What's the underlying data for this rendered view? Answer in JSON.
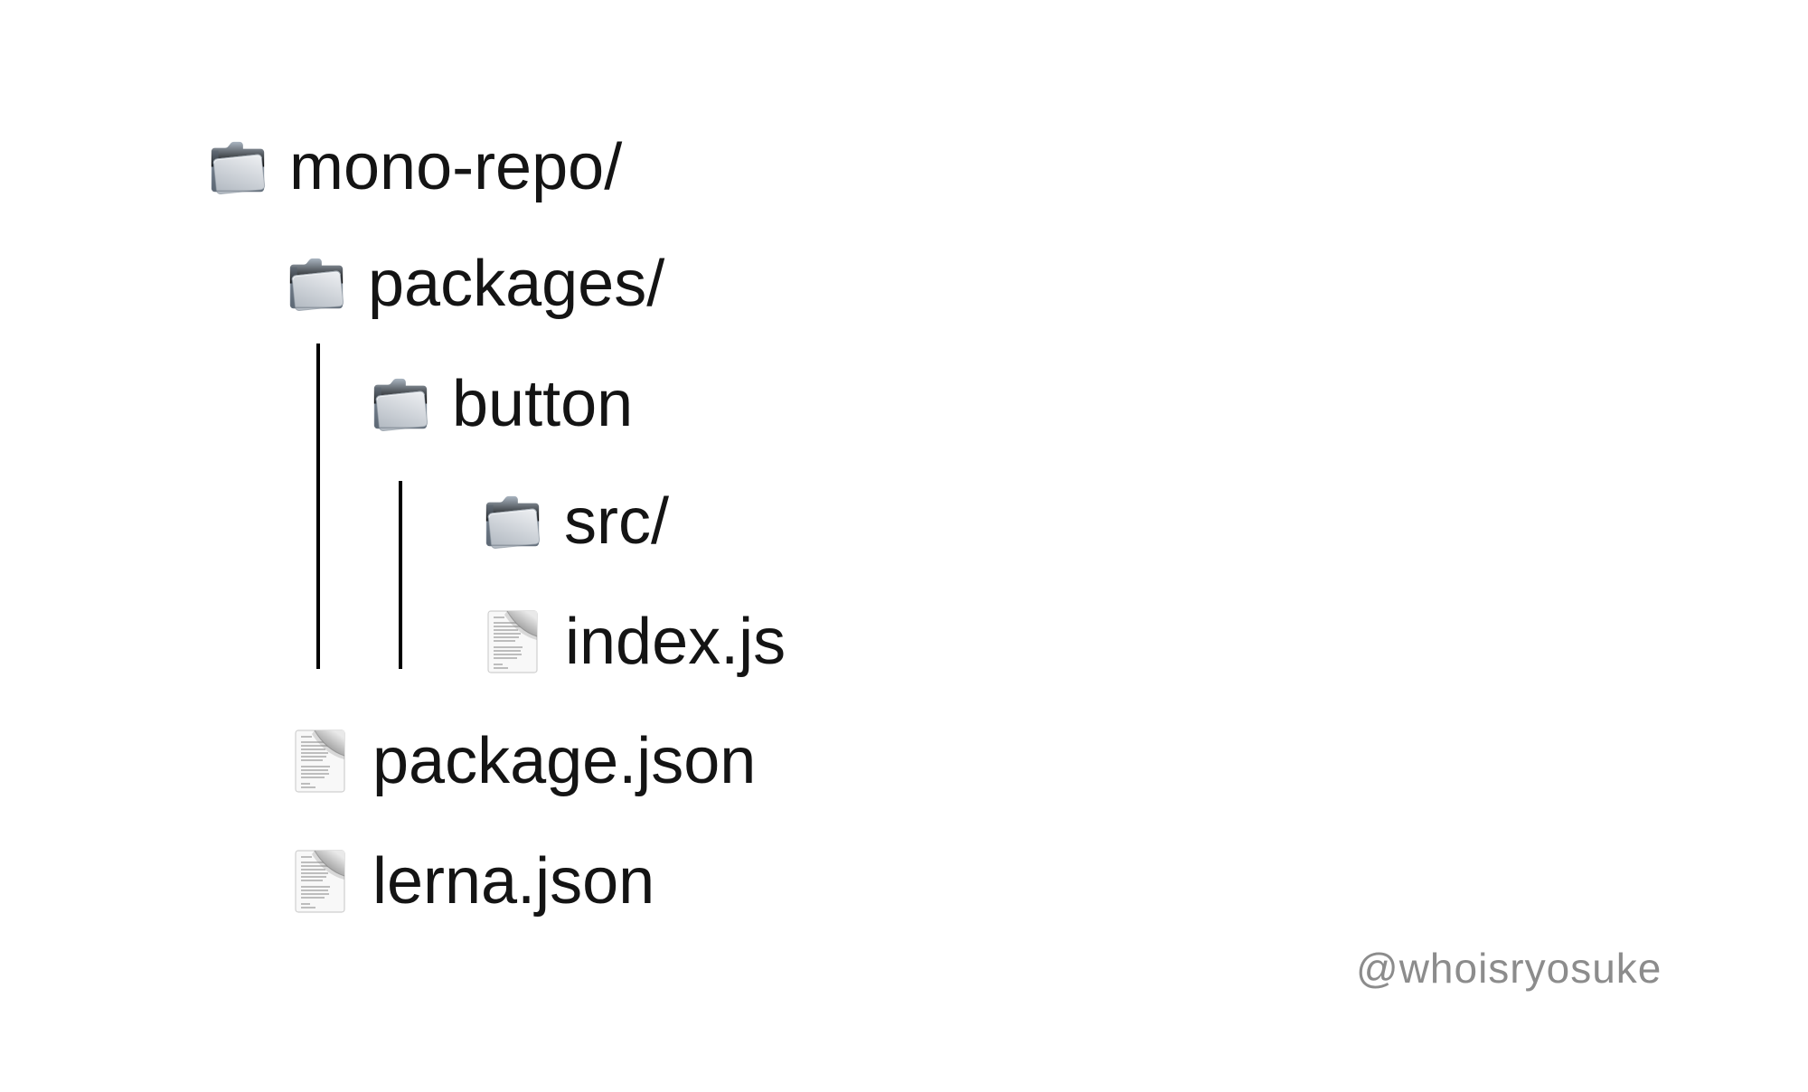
{
  "page": {
    "background_color": "#ffffff",
    "text_color": "#141414",
    "tree_line_color": "#000000"
  },
  "tree": {
    "items": [
      {
        "label": "mono-repo/",
        "type": "folder",
        "level": 0
      },
      {
        "label": "packages/",
        "type": "folder",
        "level": 1
      },
      {
        "label": "button",
        "type": "folder",
        "level": 2
      },
      {
        "label": "src/",
        "type": "folder",
        "level": 3
      },
      {
        "label": "index.js",
        "type": "file",
        "level": 3
      },
      {
        "label": "package.json",
        "type": "file",
        "level": 1
      },
      {
        "label": "lerna.json",
        "type": "file",
        "level": 1
      }
    ],
    "icons": {
      "folder": "folder-icon",
      "file": "document-icon"
    },
    "icon_colors": {
      "folder_back": "#6b7683",
      "folder_front": "#d4d9de",
      "file_page": "#f8f8f8",
      "file_lines": "#bdbdbd"
    }
  },
  "watermark": {
    "handle": "@whoisryosuke",
    "color": "#8c8c8c"
  }
}
